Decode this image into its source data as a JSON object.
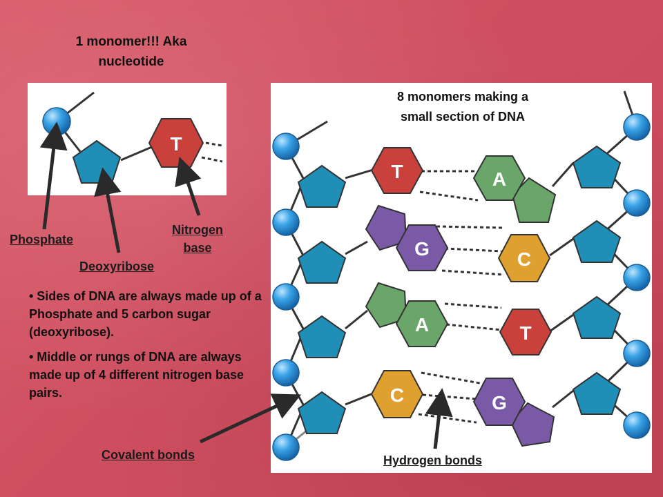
{
  "monomer_title": "1 monomer!!! Aka nucleotide",
  "section_title": "8 monomers making a small section of DNA",
  "labels": {
    "phosphate": "Phosphate",
    "deoxyribose": "Deoxyribose",
    "nitrogen_base": "Nitrogen base",
    "covalent_bonds": "Covalent bonds",
    "hydrogen_bonds": "Hydrogen bonds"
  },
  "bullets": [
    "• Sides of DNA are always made up of a Phosphate and 5 carbon sugar (deoxyribose).",
    "• Middle or rungs of DNA are always made up of 4 different nitrogen base pairs."
  ],
  "base_letters": {
    "single": "T",
    "row1_left": "T",
    "row1_right": "A",
    "row2_left": "G",
    "row2_right": "C",
    "row3_left": "A",
    "row3_right": "T",
    "row4_left": "C",
    "row4_right": "G"
  },
  "colors": {
    "phosphate": "#3aa3e6",
    "sugar": "#1f8fb8",
    "thymine": "#c9413a",
    "adenine": "#6aa56a",
    "guanine": "#7a5aa6",
    "cytosine": "#e0a030"
  }
}
